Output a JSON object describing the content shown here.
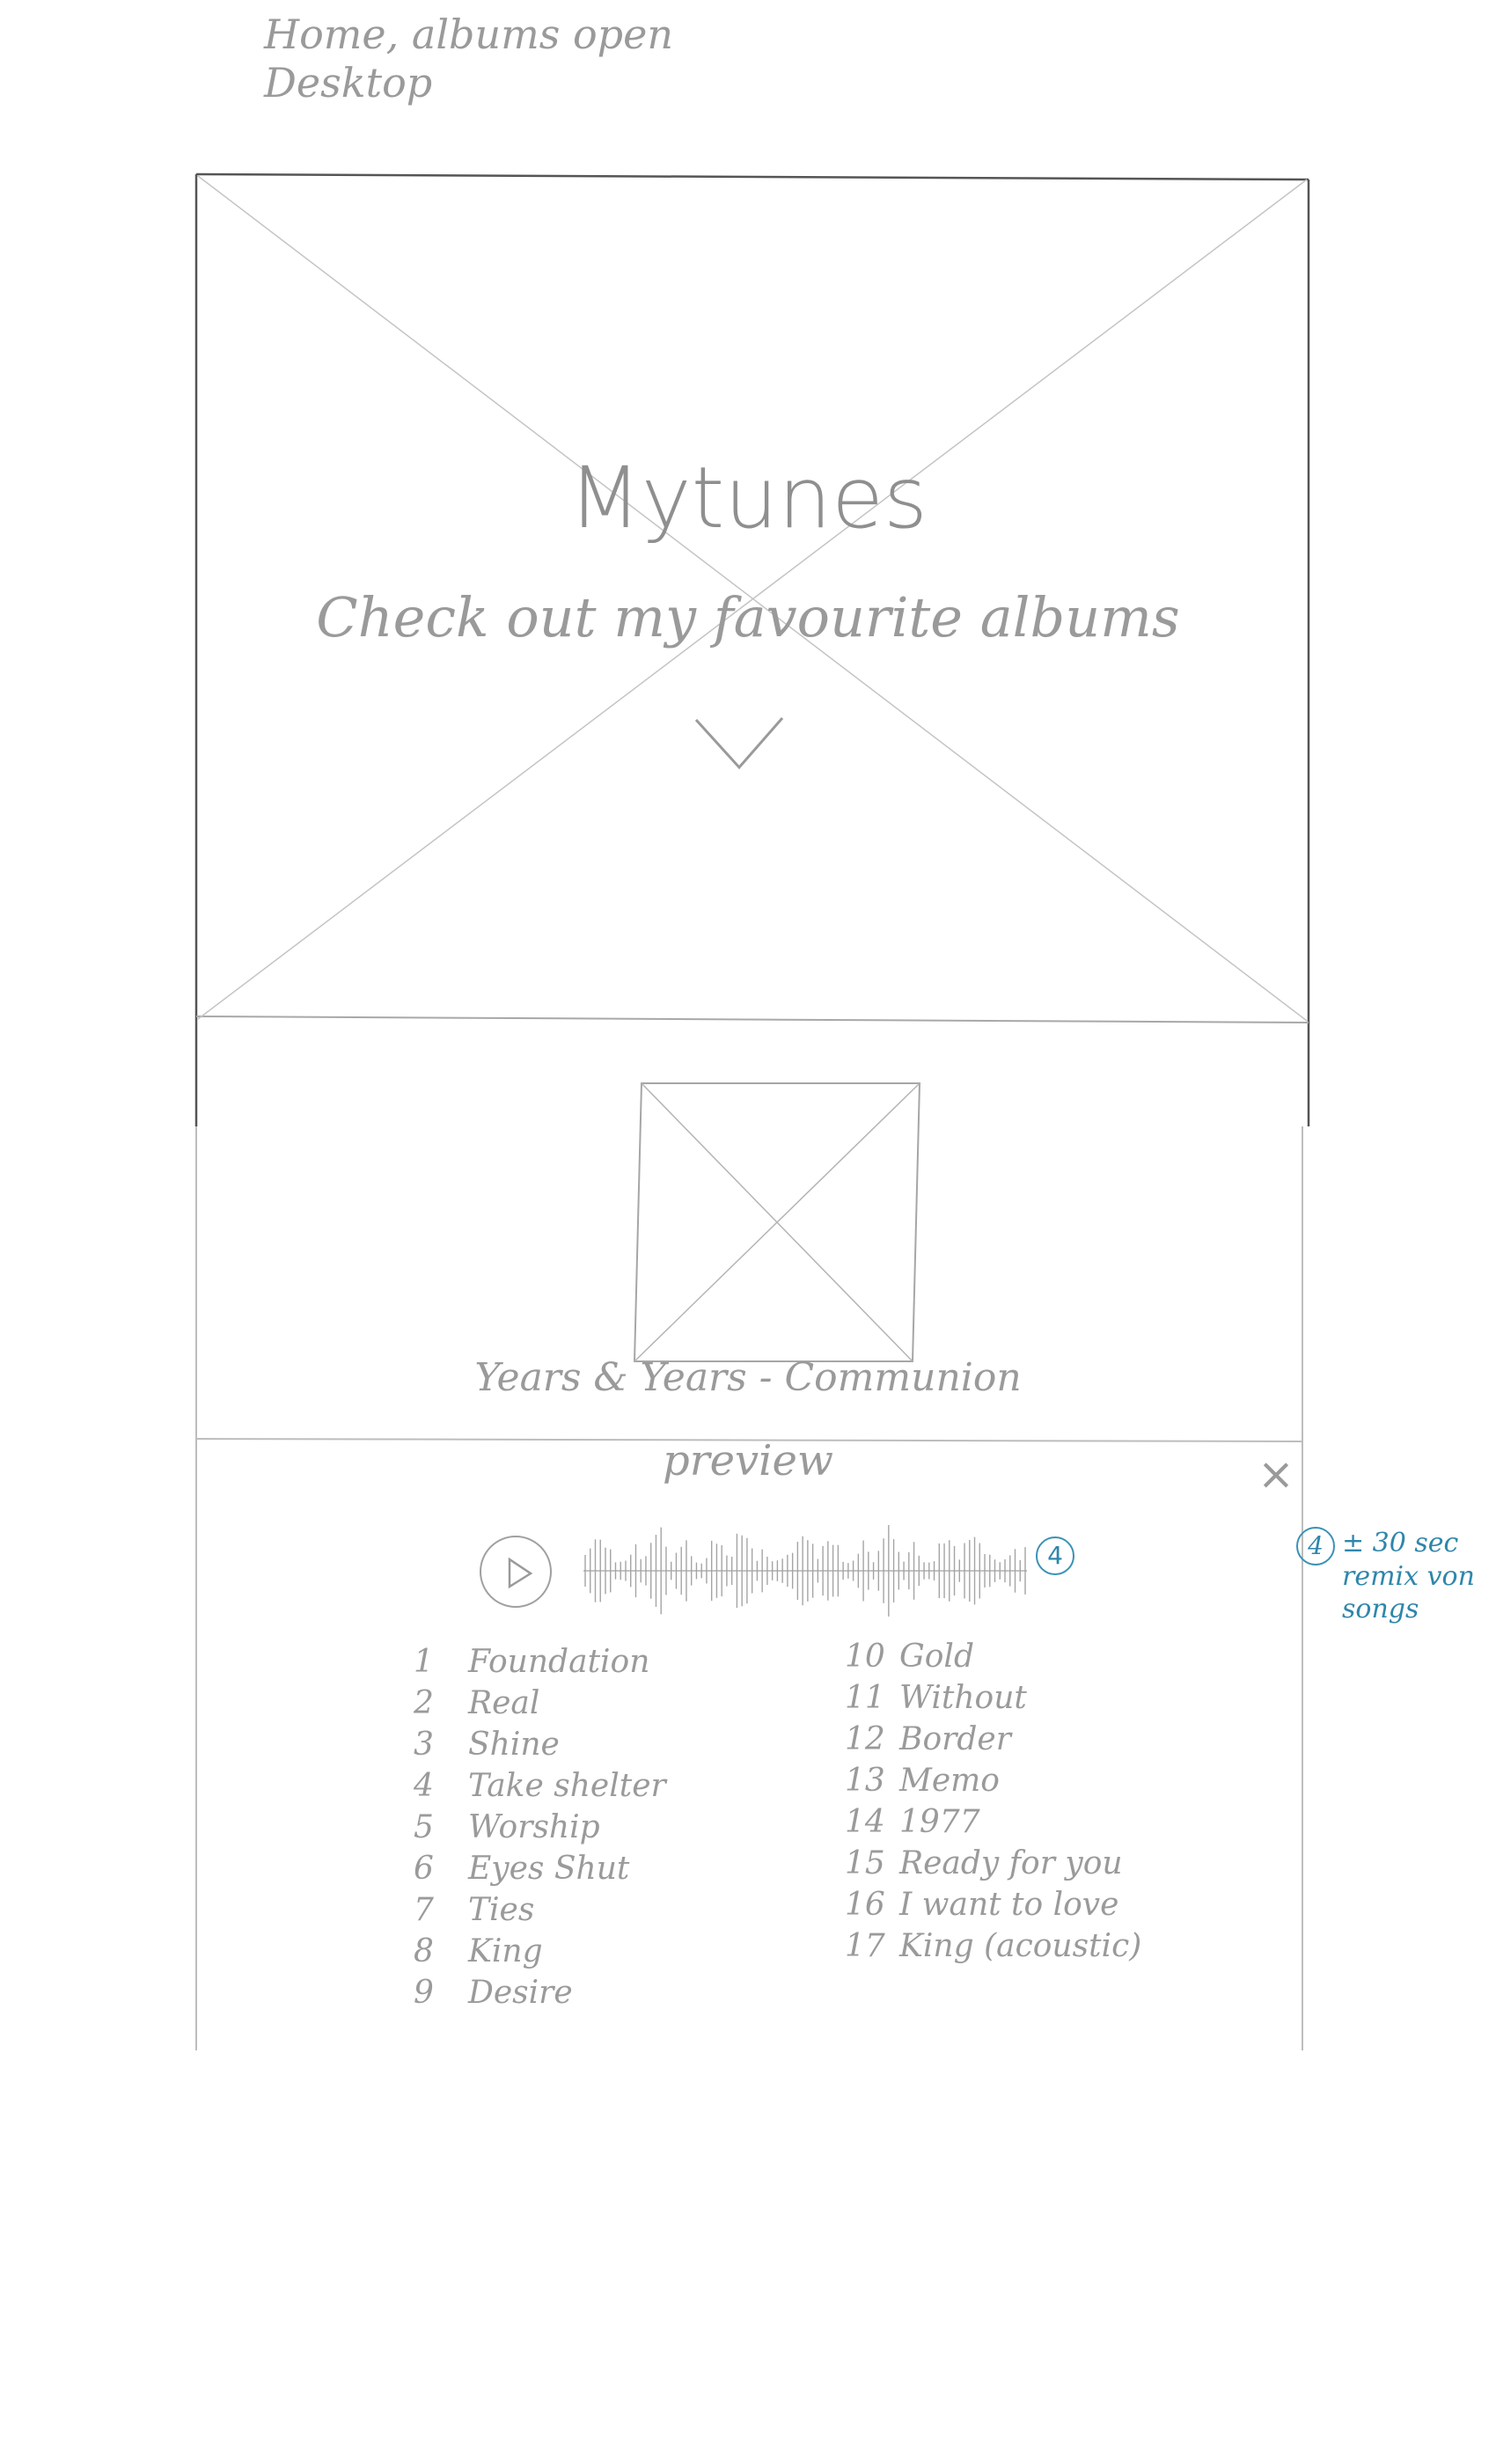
{
  "page_note": [
    "Home, albums open",
    "Desktop"
  ],
  "hero": {
    "title": "Mytunes",
    "subtitle": "Check out my favourite albums",
    "scroll_icon": "chevron-down-icon"
  },
  "album": {
    "caption": "Years & Years - Communion",
    "cover_icon": "image-placeholder-icon"
  },
  "preview": {
    "title": "preview",
    "close_icon": "close-icon",
    "play_icon": "play-icon",
    "waveform_icon": "waveform-icon",
    "marker": "4"
  },
  "annotation": {
    "marker": "4",
    "lines": [
      "± 30 sec",
      "remix von",
      "songs"
    ]
  },
  "tracks_left": [
    {
      "num": "1",
      "title": "Foundation"
    },
    {
      "num": "2",
      "title": "Real"
    },
    {
      "num": "3",
      "title": "Shine"
    },
    {
      "num": "4",
      "title": "Take shelter"
    },
    {
      "num": "5",
      "title": "Worship"
    },
    {
      "num": "6",
      "title": "Eyes Shut"
    },
    {
      "num": "7",
      "title": "Ties"
    },
    {
      "num": "8",
      "title": "King"
    },
    {
      "num": "9",
      "title": "Desire"
    }
  ],
  "tracks_right": [
    {
      "num": "10",
      "title": "Gold"
    },
    {
      "num": "11",
      "title": "Without"
    },
    {
      "num": "12",
      "title": "Border"
    },
    {
      "num": "13",
      "title": "Memo"
    },
    {
      "num": "14",
      "title": "1977"
    },
    {
      "num": "15",
      "title": "Ready for you"
    },
    {
      "num": "16",
      "title": "I want to love"
    },
    {
      "num": "17",
      "title": "King (acoustic)"
    }
  ],
  "colors": {
    "pencil": "#9a9a9a",
    "annotation_blue": "#2f86ab"
  }
}
